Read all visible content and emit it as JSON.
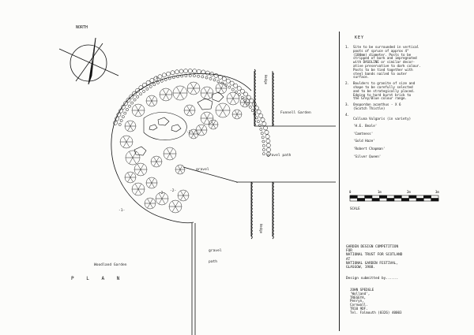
{
  "north_label": "NORTH",
  "plan_title": "P L A N",
  "labels": {
    "funnell_garden": "Funnell Garden",
    "woodland_garden": "Woodland Garden",
    "gravel_path_top": "gravel path",
    "gravel_top": "gravel",
    "gravel_bottom": "gravel",
    "path_bottom": "path",
    "hedge_top": "Hedge",
    "hedge_bottom": "Hedge",
    "marker_1_top": "-1-",
    "marker_1_left": "-1-",
    "marker_2_a": "-2-",
    "marker_2_b": "-2-",
    "marker_2_c": "-2-"
  },
  "key": {
    "title": "KEY",
    "items": [
      {
        "num": "1.",
        "text": "Site to be surrounded in vertical\npoots of spruce of approx 4\"\n(100mm) diameter. Posts to be\nstripped of bark and impregnated\nwith DASOLINE or similar decor-\native preservative to dark colour.\nPosts to be tied together with\nsteel bands nailed to outer\nsurface."
      },
      {
        "num": "2.",
        "text": "Boulders to granite of size and\nshape to be carefully selected\nand to be strategically placed.\nEdging to hard burnt brick to\nthe Grey/Blue colour range."
      },
      {
        "num": "3.",
        "text": "Onopordon acanthus - X 6\n(Scotch Thistle)"
      },
      {
        "num": "4.",
        "text": "Calluna Vulgaris (in variety)"
      }
    ],
    "plants": [
      "'H.E. Beale'",
      "'Camtness'",
      "'Gold Haze'",
      "'Robert Chapman'",
      "'Silver Queen'"
    ]
  },
  "scale": {
    "label": "SCALE",
    "ticks": [
      "0",
      "1m",
      "2m",
      "3m"
    ]
  },
  "competition": {
    "lines": [
      "GARDEN DESIGN COMPETITION",
      "FOR",
      "NATIONAL TRUST FOR SCOTLAND",
      "AT",
      "NATIONAL GARDEN FESTIVAL,",
      "GLASGOW, 1988."
    ]
  },
  "submitted_by": "Design submitted by......",
  "address": [
    "JOHN SPEDGLE",
    "'Wolland',",
    "TREGEYA,",
    "Penryn,",
    "Cornwall.",
    "TR10 9DF.",
    "Tel. Falmouth (0326) 40003"
  ]
}
